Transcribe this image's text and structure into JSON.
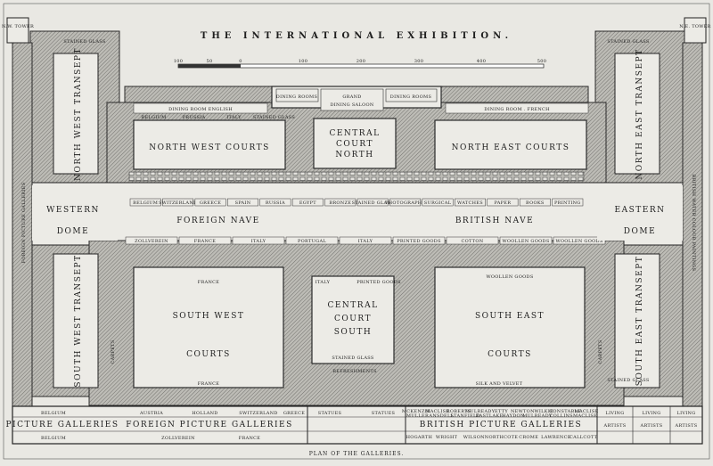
{
  "title": "THE INTERNATIONAL EXHIBITION.",
  "caption": "PLAN OF THE GALLERIES.",
  "scale_ticks": [
    "100",
    "50",
    "0",
    "100",
    "200",
    "300",
    "400",
    "500"
  ],
  "towers": {
    "nw": "N.W. TOWER",
    "ne": "N.E. TOWER"
  },
  "top": {
    "dining_rooms_left": "DINING ROOMS",
    "grand_dining_saloon_1": "GRAND",
    "grand_dining_saloon_2": "DINING SALOON",
    "dining_rooms_right": "DINING ROOMS",
    "dining_room_english": "DINING ROOM ENGLISH",
    "dining_room_french": "DINING ROOM . FRENCH",
    "stained_glass_left": "STAINED GLASS",
    "stained_glass_right": "STAINED GLASS"
  },
  "courts": {
    "north_west": "NORTH WEST COURTS",
    "central_north_1": "CENTRAL",
    "central_north_2": "COURT",
    "central_north_3": "NORTH",
    "north_east": "NORTH EAST COURTS",
    "south_west_1": "SOUTH WEST",
    "south_west_2": "COURTS",
    "central_south_1": "CENTRAL",
    "central_south_2": "COURT",
    "central_south_3": "SOUTH",
    "south_east_1": "SOUTH EAST",
    "south_east_2": "COURTS"
  },
  "transepts": {
    "north_west": "NORTH WEST TRANSEPT",
    "north_east": "NORTH EAST TRANSEPT",
    "south_west": "SOUTH WEST TRANSEPT",
    "south_east": "SOUTH EAST TRANSEPT"
  },
  "domes": {
    "western_1": "WESTERN",
    "western_2": "DOME",
    "eastern_1": "EASTERN",
    "eastern_2": "DOME"
  },
  "naves": {
    "foreign": "FOREIGN NAVE",
    "british": "BRITISH NAVE"
  },
  "nave_stalls_north": [
    "BELGIUM",
    "SWITZERLAND",
    "GREECE",
    "SPAIN",
    "RUSSIA",
    "EGYPT",
    "BRONZE",
    "STAINED GLASS",
    "PHOTOGRAPHS",
    "SURGICAL",
    "WATCHES",
    "PAPER",
    "BOOKS",
    "PRINTING"
  ],
  "nave_stalls_south": [
    "ZOLLVEREIN",
    "FRANCE",
    "ITALY",
    "PORTUGAL",
    "ITALY",
    "PRINTED GOODS",
    "COTTON",
    "WOOLLEN GOODS",
    "WOOLLEN GOODS"
  ],
  "north_strip": [
    "BELGIUM",
    "PRUSSIA",
    "ITALY",
    "STAINED GLASS"
  ],
  "south_courts_labels": {
    "france_top": "FRANCE",
    "france_bottom": "FRANCE",
    "italy": "ITALY",
    "printed_goods": "PRINTED GOODS",
    "woollen_goods": "WOOLLEN GOODS",
    "stained_glass": "STAINED GLASS",
    "silk_and_velvet": "SILK AND VELVET",
    "refreshments": "REFRESHMENTS",
    "carpets_left": "CARPETS",
    "carpets_right": "CARPETS",
    "stained_glass_2": "STAINED GLASS"
  },
  "bottom": {
    "belgium_top": "BELGIUM",
    "belgium_bottom": "BELGIUM",
    "austria": "AUSTRIA",
    "holland": "HOLLAND",
    "switzerland": "SWITZERLAND",
    "greece": "GREECE",
    "statues_left": "STATUES",
    "statues_right": "STATUES",
    "picture_galleries": "PICTURE GALLERIES",
    "foreign_picture_galleries": "FOREIGN PICTURE GALLERIES",
    "zollverein": "ZOLLVEREIN",
    "france": "FRANCE",
    "british_picture_galleries": "BRITISH PICTURE GALLERIES",
    "artist_names_top": [
      "MCKENZIE",
      "MACLISE",
      "ROBERTS",
      "MULREADY",
      "ETTY",
      "NEWTON",
      "WILKIE",
      "CONSTABLE",
      "MACLISE"
    ],
    "artist_names_mid": [
      "MULLER",
      "ANSDELL",
      "STANFIELD",
      "EASTLAKE",
      "HAYDON",
      "MULREADY",
      "COLLINS",
      "MACLISE"
    ],
    "artist_names_bottom": [
      "HOGARTH",
      "WRIGHT",
      "WILSON",
      "NORTHCOTE",
      "CROME",
      "LAWRENCE",
      "CALLCOTT"
    ],
    "living_1": "LIVING",
    "living_2": "LIVING",
    "living_3": "LIVING",
    "artists_1": "ARTISTS",
    "artists_2": "ARTISTS",
    "artists_3": "ARTISTS"
  },
  "side_galleries": {
    "west": "FOREIGN PICTURE GALLERIES",
    "east": "BRITISH WATER COLOUR PAINTINGS"
  }
}
